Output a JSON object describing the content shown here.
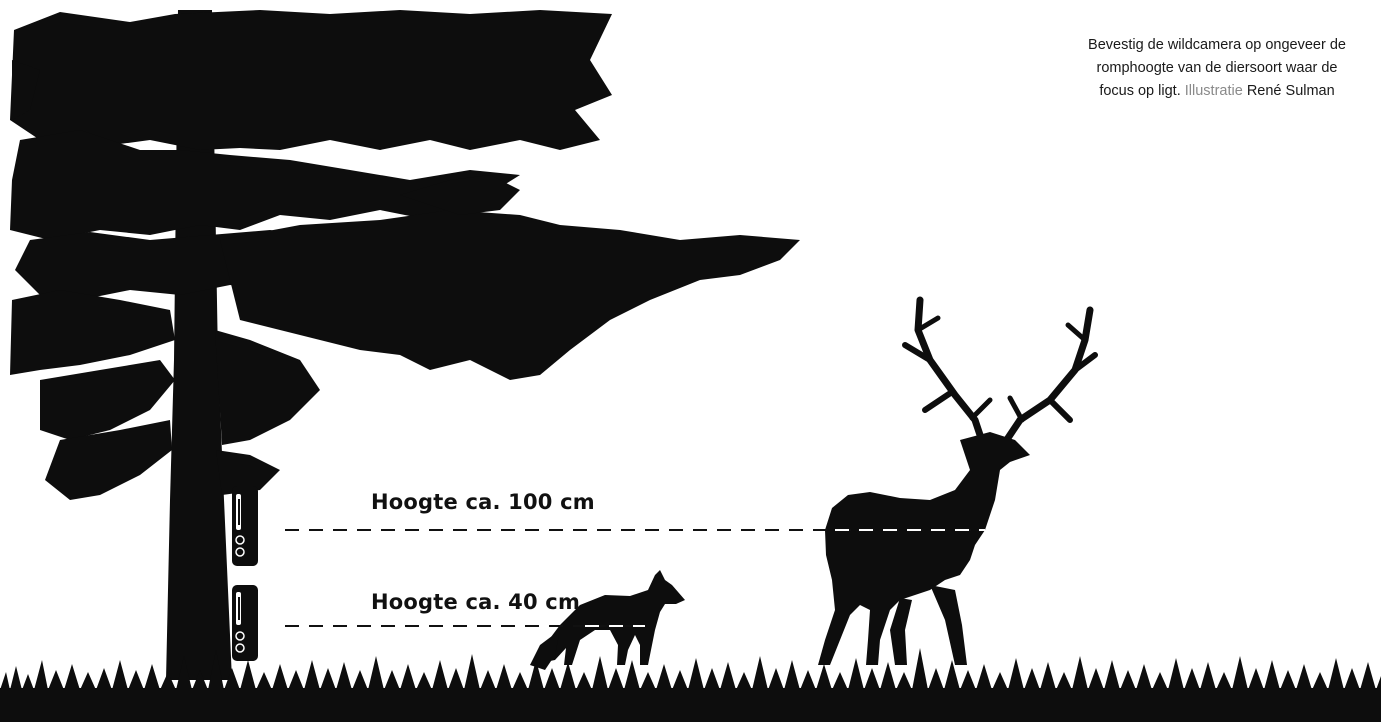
{
  "caption": {
    "line1": "Bevestig de wildcamera op ongeveer de",
    "line2": "romphoogte van de diersoort waar de",
    "line3": "focus op ligt.",
    "credit_label": "Illustratie",
    "credit_name": "René Sulman"
  },
  "heights": {
    "high_label": "Hoogte ca. 100 cm",
    "low_label": "Hoogte ca. 40 cm"
  },
  "colors": {
    "silhouette": "#0d0d0d",
    "background": "#ffffff",
    "dash": "#111111"
  },
  "icons": {
    "tree": "pine-tree-silhouette",
    "camera": "trail-camera",
    "fox": "fox-silhouette",
    "deer": "red-deer-stag-silhouette",
    "grass": "grass-ground"
  }
}
